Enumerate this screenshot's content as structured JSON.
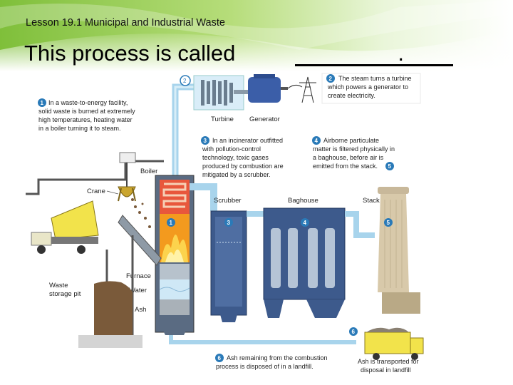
{
  "slide": {
    "lesson_title": "Lesson 19.1 Municipal and Industrial Waste",
    "heading": "This process is called",
    "heading_end": "."
  },
  "diagram": {
    "components": {
      "turbine": "Turbine",
      "generator": "Generator",
      "boiler": "Boiler",
      "crane": "Crane",
      "scrubber": "Scrubber",
      "baghouse": "Baghouse",
      "stack": "Stack",
      "furnace": "Furnace",
      "water": "Water",
      "ash": "Ash",
      "waste_pit_line1": "Waste",
      "waste_pit_line2": "storage pit"
    },
    "steps": [
      {
        "num": "1",
        "lines": [
          "In a waste-to-energy facility,",
          "solid waste is burned at extremely",
          "high temperatures, heating water",
          "in a boiler turning it to steam."
        ]
      },
      {
        "num": "2",
        "lines": [
          "The steam turns a turbine",
          "which powers a generator to",
          "create electricity."
        ]
      },
      {
        "num": "3",
        "lines": [
          "In an incinerator outfitted",
          "with pollution-control",
          "technology, toxic gases",
          "produced by combustion are",
          "mitigated by a scrubber."
        ]
      },
      {
        "num": "4",
        "lines": [
          "Airborne particulate",
          "matter is filtered physically in",
          "a baghouse, before air is",
          "emitted from the stack."
        ]
      },
      {
        "num": "6",
        "lines": [
          "Ash remaining from the combustion",
          "process is disposed of in a landfill."
        ]
      }
    ],
    "step4_ref": "5",
    "truck_caption": [
      "Ash is transported for",
      "disposal in landfill"
    ],
    "markers": [
      "1",
      "2",
      "3",
      "4",
      "5",
      "6"
    ]
  },
  "colors": {
    "banner_green": "#8cc63f",
    "marker_blue": "#2a7ab8",
    "pipe_blue": "#a8d4ec",
    "equipment_blue": "#3d5a8c",
    "fire_orange": "#f39a1e",
    "truck_yellow": "#f2e34b"
  }
}
